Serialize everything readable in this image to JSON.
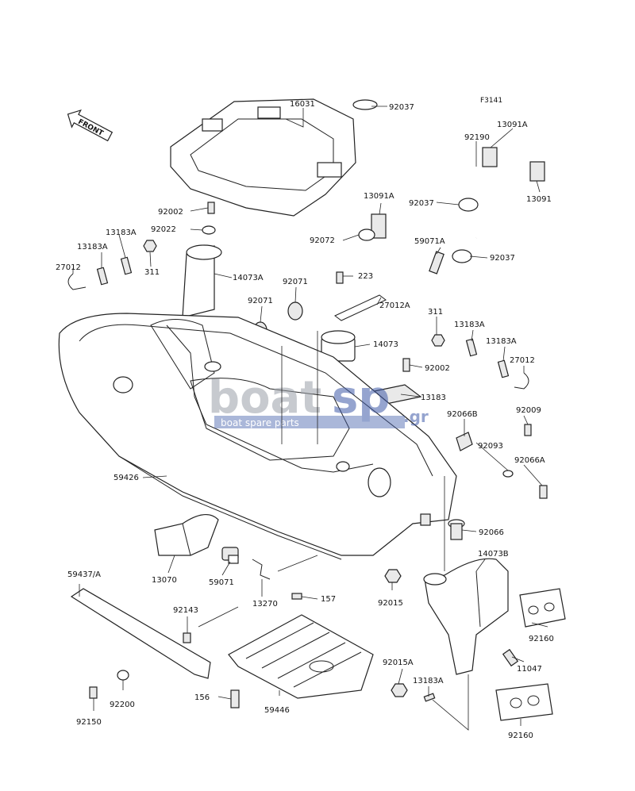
{
  "diagram_code": "F3141",
  "front_label": "FRONT",
  "watermark": {
    "brand_left": "boat",
    "brand_right": "sp",
    "tld": ".gr",
    "tagline": "boat spare parts"
  },
  "colors": {
    "line": "#222222",
    "watermark_blue": "#3f5aa8",
    "watermark_grey": "#9aa0a8"
  },
  "part_labels": [
    "16031",
    "92037",
    "13091A",
    "92190",
    "13091",
    "92037",
    "13091A",
    "92002",
    "92022",
    "13183A",
    "13183A",
    "27012",
    "311",
    "14073A",
    "92071",
    "92071",
    "223",
    "27012A",
    "92072",
    "59071A",
    "92037",
    "311",
    "13183A",
    "13183A",
    "27012",
    "14073",
    "92002",
    "13183",
    "92066B",
    "92009",
    "92093",
    "92066A",
    "59426",
    "92066",
    "14073B",
    "13070",
    "59071",
    "13270",
    "157",
    "92015",
    "59437/A",
    "92143",
    "92160",
    "11047",
    "92015A",
    "13183A",
    "156",
    "59446",
    "92200",
    "92150",
    "92160"
  ]
}
